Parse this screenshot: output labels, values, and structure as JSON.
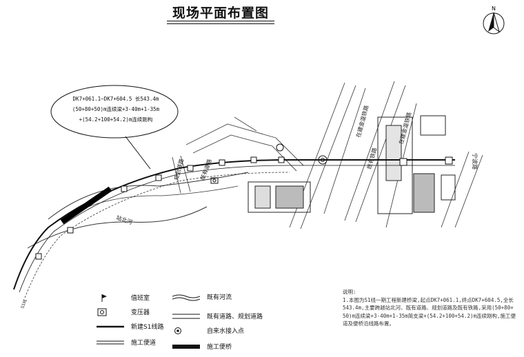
{
  "title": "现场平面布置图",
  "north_label": "N",
  "callout": {
    "line1": "DK7+061.1~DK7+604.5 长543.4m",
    "line2": "(50+80+50)m连续梁+3-40m+1-35m",
    "line3": "+(54.2+100+54.2)m连续刚构"
  },
  "map_labels": {
    "river": "站北河",
    "road_a": "规划道路",
    "road_b": "既有道路",
    "rail_a": "在建金温铁路",
    "rail_b": "既有铁路",
    "rail_c": "在建金温铁路",
    "road_c": "宁波路",
    "left_tail": "S1线"
  },
  "legend": [
    {
      "symbol": "flag",
      "label": "值班室"
    },
    {
      "symbol": "transformer",
      "label": "变压器"
    },
    {
      "symbol": "new-line",
      "label": "新建S1线路"
    },
    {
      "symbol": "access-road",
      "label": "施工便道"
    },
    {
      "symbol": "river",
      "label": "既有河流"
    },
    {
      "symbol": "roads",
      "label": "既有道路、规划道路"
    },
    {
      "symbol": "water",
      "label": "自来水接入点"
    },
    {
      "symbol": "bridge",
      "label": "施工便桥"
    }
  ],
  "notes": {
    "heading": "说明:",
    "body": "1.本图为S1线一期工程新建桥梁,起点DK7+061.1,终点DK7+604.5,全长543.4m,主要跨越站北河、既有道路、规划道路及既有铁路,采用(50+80+50)m连续梁+3-40m+1-35m简支梁+(54.2+100+54.2)m连续刚构,施工便道及便桥沿线路布置。"
  },
  "colors": {
    "ink": "#111111",
    "bridge": "#000000",
    "grid": "#666666"
  }
}
